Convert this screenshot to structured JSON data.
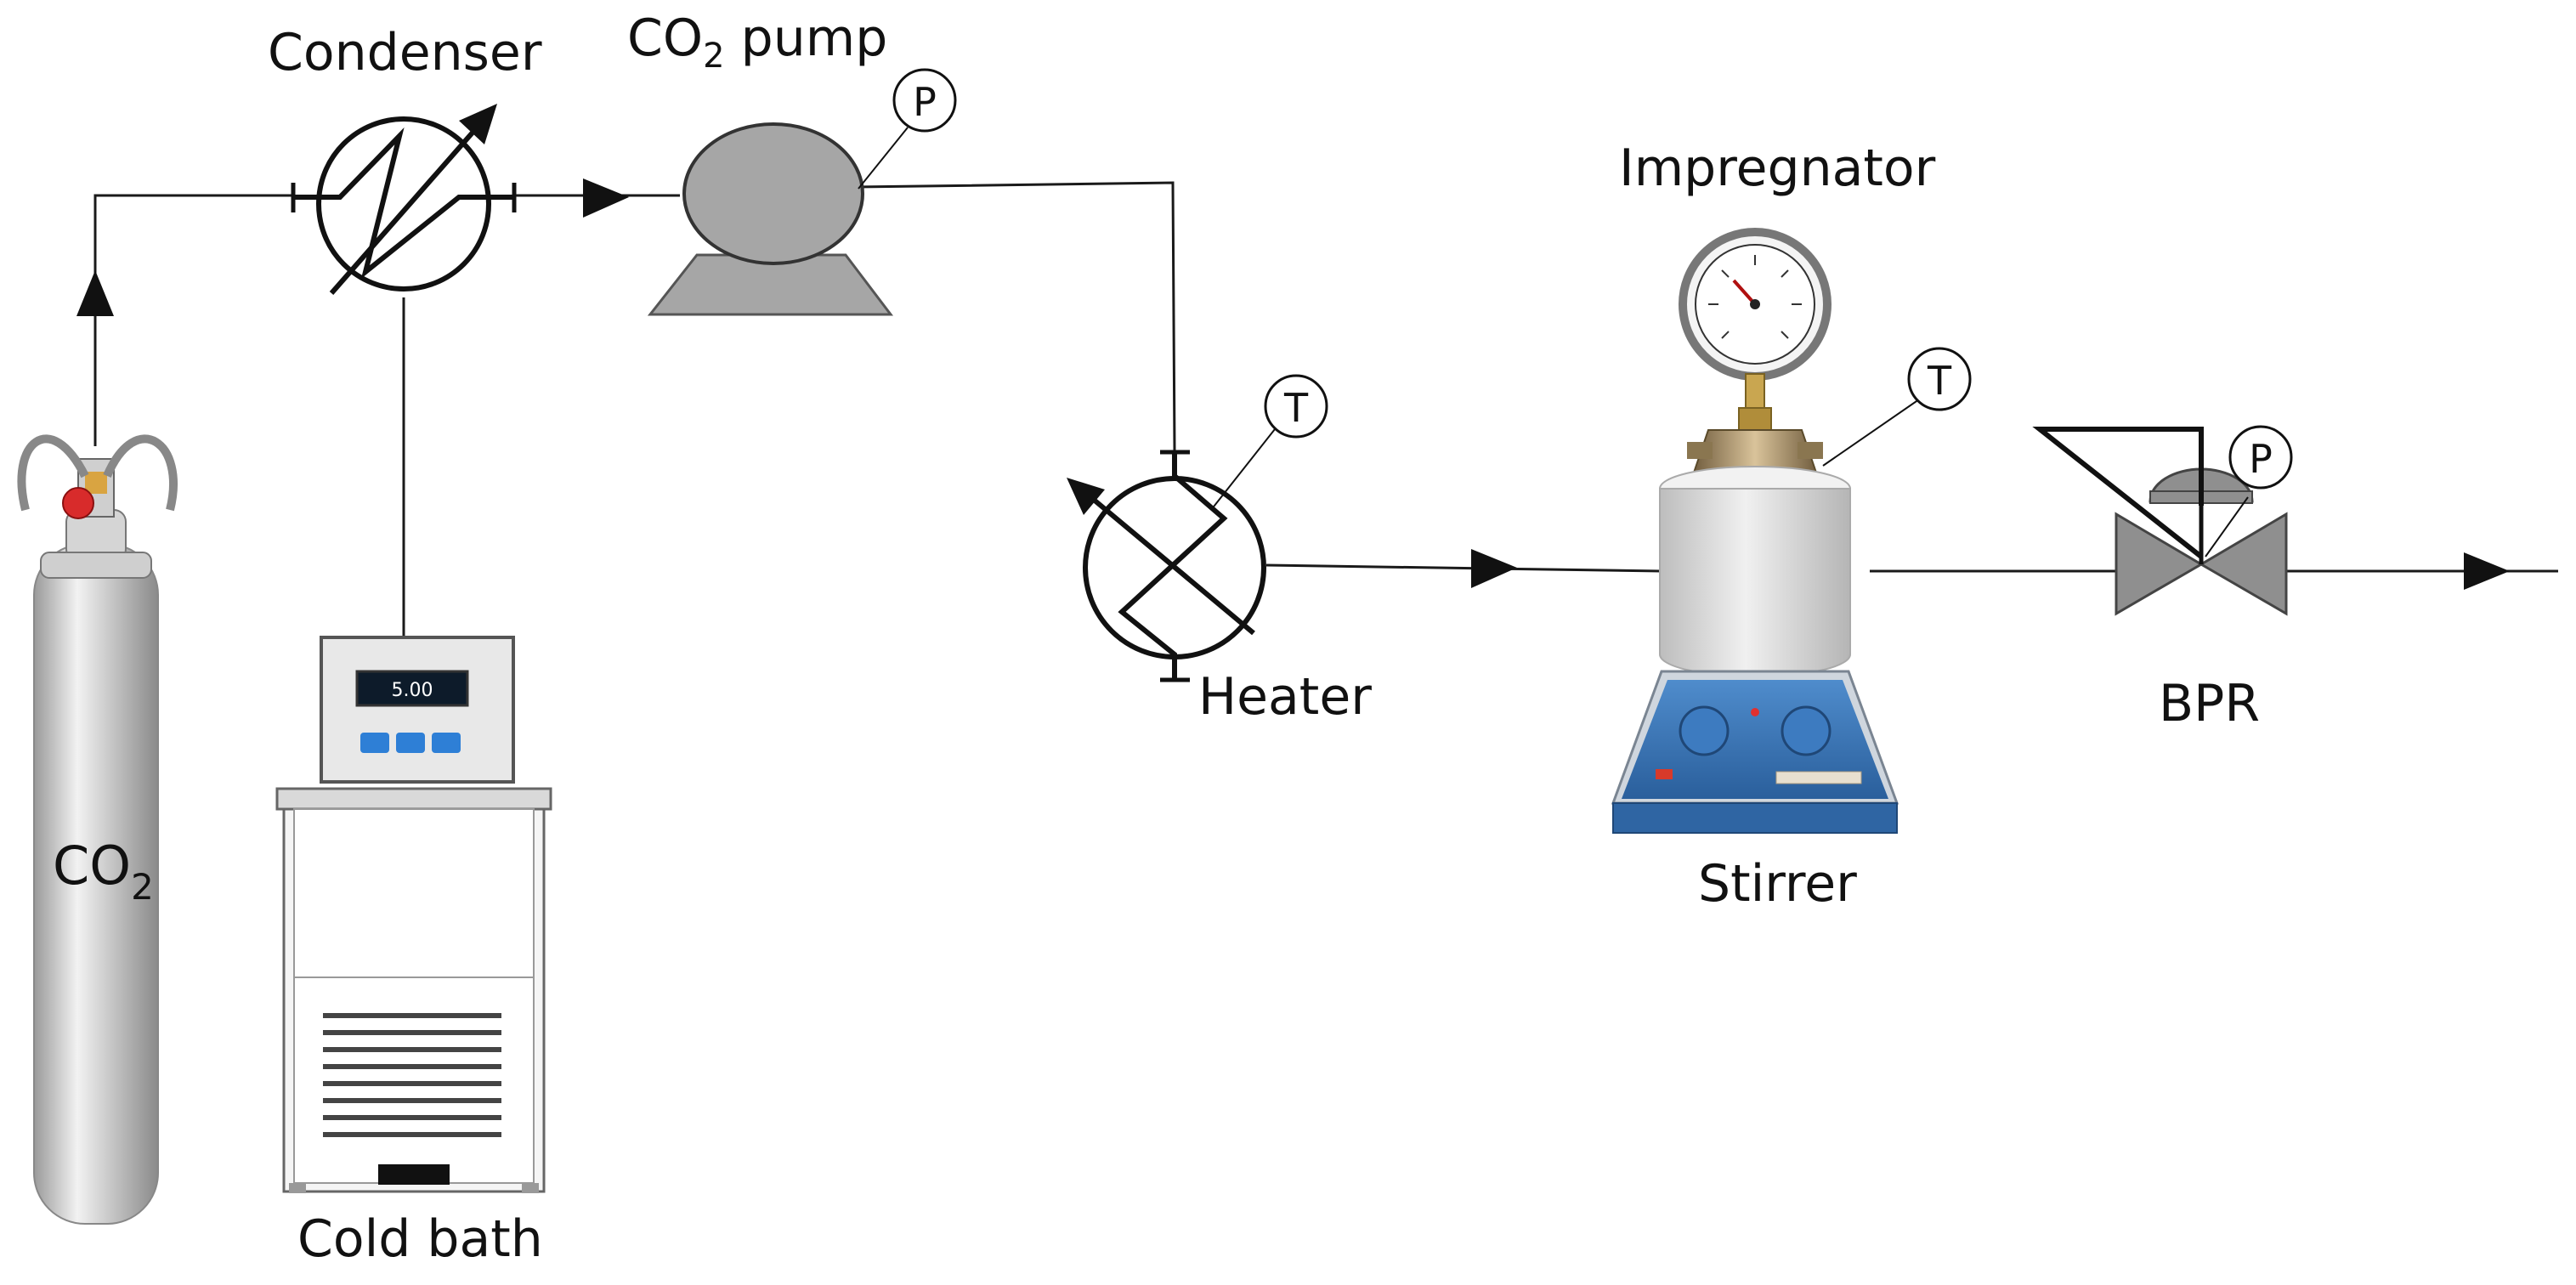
{
  "labels": {
    "condenser": "Condenser",
    "co2_pump": "CO",
    "co2_pump_sub": "2",
    "co2_pump_tail": " pump",
    "co2_cylinder": "CO",
    "co2_cylinder_sub": "2",
    "cold_bath": "Cold bath",
    "heater": "Heater",
    "impregnator": "Impregnator",
    "stirrer": "Stirrer",
    "bpr": "BPR"
  },
  "instruments": {
    "pump_pressure": "P",
    "heater_temperature": "T",
    "impregnator_temperature": "T",
    "bpr_pressure": "P"
  },
  "cold_bath_display": "5.00",
  "colors": {
    "line": "#1a1a1a",
    "pump_fill": "#a6a6a6",
    "cylinder_light": "#e6e6e6",
    "cylinder_dark": "#8c8c8c",
    "valve_fill": "#8f8f8f",
    "stirrer_blue": "#2e6fb5",
    "vessel_grey": "#d9d9d9"
  }
}
